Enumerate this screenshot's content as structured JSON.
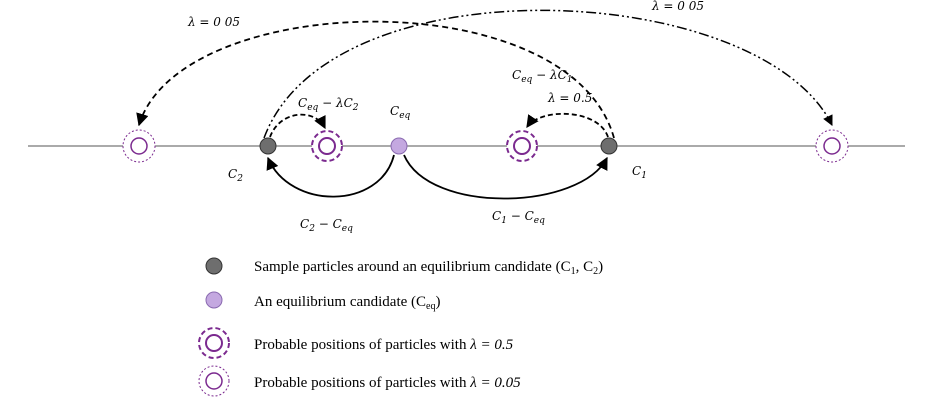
{
  "diagram": {
    "labels": {
      "lambda_005_left": "λ = 0 05",
      "lambda_005_right": "λ = 0 05",
      "ceq_minus_lc2": "C",
      "ceq_minus_lc2_sub": "eq",
      "ceq_minus_lc2_rest": " − λC",
      "ceq_minus_lc2_sub2": "2",
      "ceq_minus_lc1": "C",
      "ceq_minus_lc1_sub": "eq",
      "ceq_minus_lc1_rest": " − λC",
      "ceq_minus_lc1_sub2": "1",
      "lambda_05": "λ = 0.5",
      "ceq": "C",
      "ceq_sub": "eq",
      "c2": "C",
      "c2_sub": "2",
      "c1": "C",
      "c1_sub": "1",
      "c2_minus_ceq": "C",
      "c2_minus_ceq_sub": "2",
      "c2_minus_ceq_rest": " − C",
      "c2_minus_ceq_sub2": "eq",
      "c1_minus_ceq": "C",
      "c1_minus_ceq_sub": "1",
      "c1_minus_ceq_rest": " − C",
      "c1_minus_ceq_sub2": "eq"
    },
    "colors": {
      "sample_particle": "#6e6e6e",
      "equilibrium": "#c4a8e0",
      "purple_stroke": "#7b2a8f",
      "line": "#000000"
    }
  },
  "legend": {
    "items": [
      {
        "text": "Sample particles around an equilibrium candidate (C",
        "sub1": "1",
        "mid": ", C",
        "sub2": "2",
        "end": ")"
      },
      {
        "text": "An equilibrium candidate (C",
        "sub1": "eq",
        "end": ")"
      },
      {
        "text": "Probable positions of particles with ",
        "math": "λ = 0.5"
      },
      {
        "text": "Probable positions of particles with ",
        "math": "λ = 0.05"
      }
    ]
  }
}
